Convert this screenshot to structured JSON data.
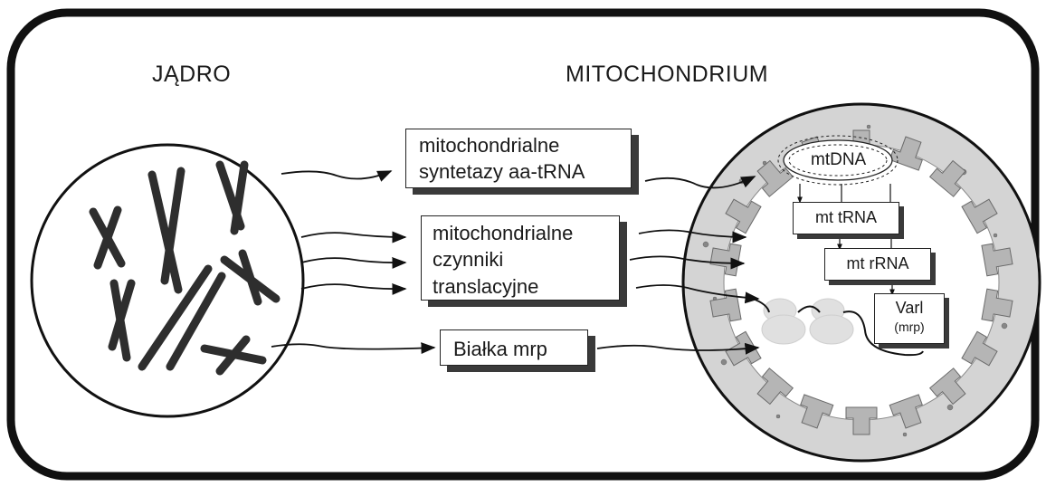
{
  "nucleus": {
    "title": "JĄDRO"
  },
  "mitochondrion": {
    "title": "MITOCHONDRIUM",
    "mtdna": "mtDNA",
    "mt_trna": "mt tRNA",
    "mt_rrna": "mt rRNA",
    "varl": {
      "name": "Varl",
      "sub": "(mrp)"
    }
  },
  "boxes": {
    "synthetases": {
      "line1": "mitochondrialne",
      "line2": "syntetazy aa-tRNA"
    },
    "factors": {
      "line1": "mitochondrialne",
      "line2": "czynniki",
      "line3": "translacyjne"
    },
    "proteins": {
      "label": "Białka mrp"
    }
  },
  "colors": {
    "outline": "#111111",
    "membrane_fill": "#cfcfcf",
    "chromosome": "#2e2e2e",
    "shadow": "#3a3a3a"
  }
}
